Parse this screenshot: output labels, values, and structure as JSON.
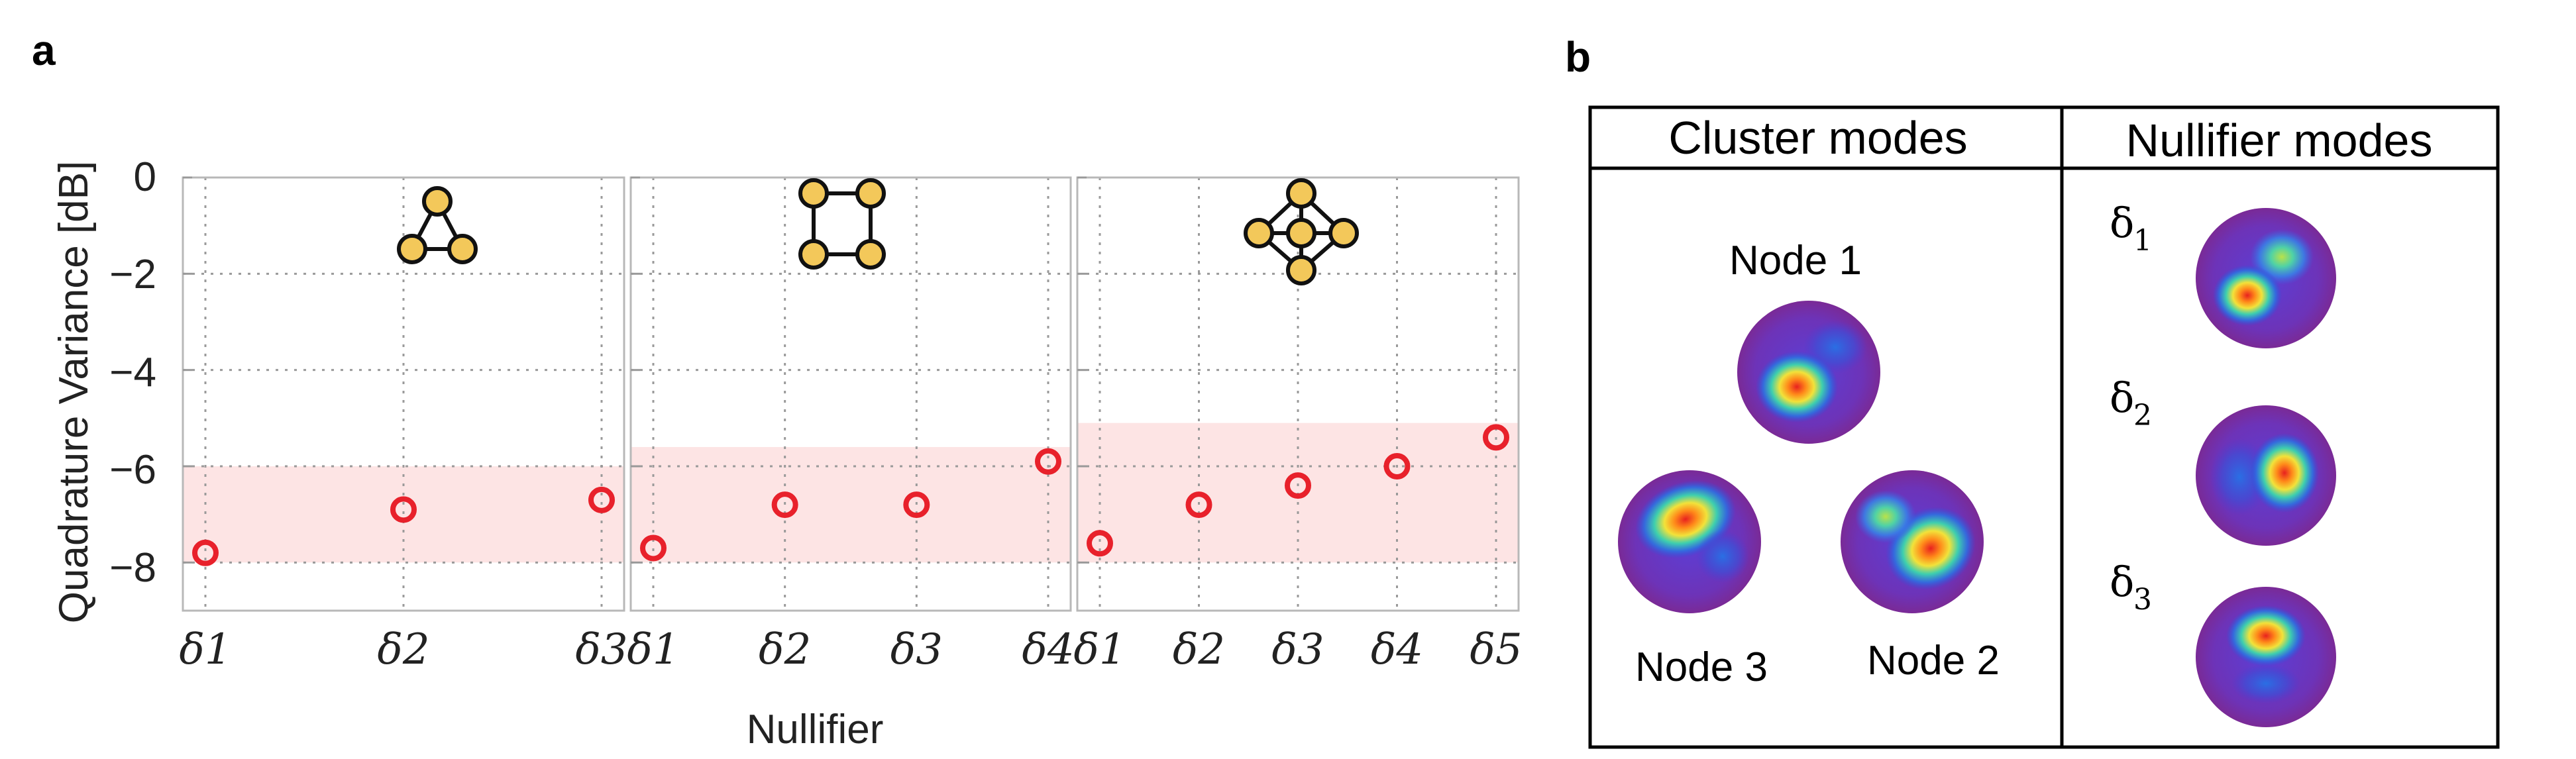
{
  "panel_a": {
    "letter": "a",
    "ylabel": "Quadrature Variance [dB]",
    "xlabel": "Nullifier",
    "yticks": [
      "0",
      "−2",
      "−4",
      "−6",
      "−8"
    ]
  },
  "panel_b": {
    "letter": "b",
    "header_cluster": "Cluster modes",
    "header_nullifier": "Nullifier modes",
    "node1": "Node 1",
    "node2": "Node 2",
    "node3": "Node 3",
    "delta_symbol": "δ",
    "delta_subs": [
      "1",
      "2",
      "3"
    ]
  },
  "colors": {
    "marker": "#e8212b",
    "band": "#fde4e4",
    "node_fill": "#f3c85a",
    "grid": "#9a9a9a"
  },
  "chart_data": [
    {
      "type": "scatter",
      "graph": "triangle",
      "categories": [
        "δ1",
        "δ2",
        "δ3"
      ],
      "values": [
        -7.8,
        -6.9,
        -6.7
      ],
      "band": [
        -8.0,
        -6.0
      ],
      "ylim": [
        -9,
        0
      ]
    },
    {
      "type": "scatter",
      "graph": "square",
      "categories": [
        "δ1",
        "δ2",
        "δ3",
        "δ4"
      ],
      "values": [
        -7.7,
        -6.8,
        -6.8,
        -5.9
      ],
      "band": [
        -8.0,
        -5.6
      ],
      "ylim": [
        -9,
        0
      ]
    },
    {
      "type": "scatter",
      "graph": "centered-diamond",
      "categories": [
        "δ1",
        "δ2",
        "δ3",
        "δ4",
        "δ5"
      ],
      "values": [
        -7.6,
        -6.8,
        -6.4,
        -6.0,
        -5.4
      ],
      "band": [
        -8.0,
        -5.1
      ],
      "ylim": [
        -9,
        0
      ]
    }
  ]
}
